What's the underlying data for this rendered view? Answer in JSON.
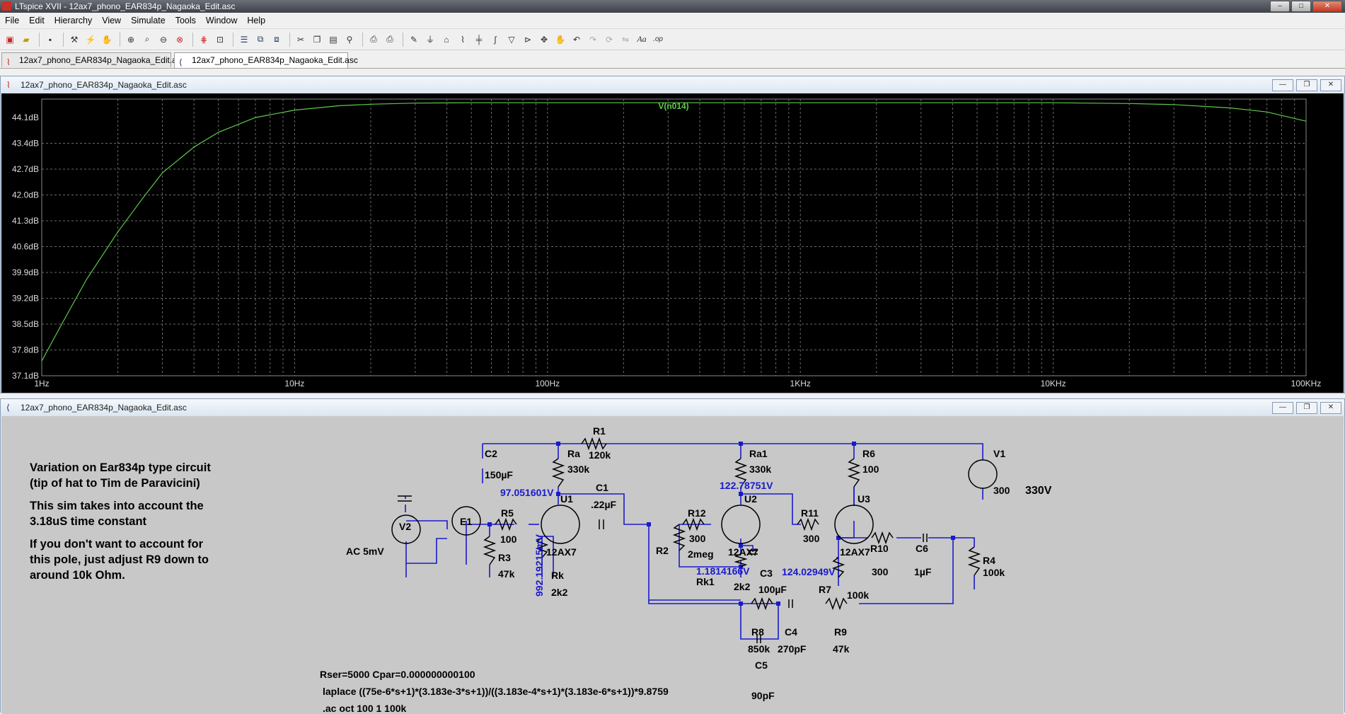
{
  "window": {
    "title": "LTspice XVII - 12ax7_phono_EAR834p_Nagaoka_Edit.asc",
    "minimize": "–",
    "maximize": "□",
    "close": "✕"
  },
  "menu": [
    "File",
    "Edit",
    "Hierarchy",
    "View",
    "Simulate",
    "Tools",
    "Window",
    "Help"
  ],
  "toolbar_icons": [
    "new-schematic-icon",
    "open-icon",
    "save-icon",
    "control-panel-icon",
    "run-icon",
    "halt-icon",
    "zoom-in-icon",
    "zoom-area-icon",
    "zoom-out-icon",
    "zoom-fit-icon",
    "autorange-icon",
    "delete-trace-icon",
    "tile-horizontal-icon",
    "tile-vertical-icon",
    "cascade-icon",
    "cut-icon",
    "copy-icon",
    "paste-icon",
    "find-icon",
    "print-setup-icon",
    "print-icon",
    "wire-icon",
    "ground-icon",
    "label-icon",
    "resistor-icon",
    "capacitor-icon",
    "inductor-icon",
    "diode-icon",
    "component-icon",
    "move-icon",
    "drag-icon",
    "undo-icon",
    "redo-icon",
    "rotate-icon",
    "mirror-icon",
    "text-icon",
    "spice-directive-icon"
  ],
  "tabs": [
    {
      "label": "12ax7_phono_EAR834p_Nagaoka_Edit.asc",
      "icon": "waveform-icon"
    },
    {
      "label": "12ax7_phono_EAR834p_Nagaoka_Edit.asc",
      "icon": "schematic-icon"
    }
  ],
  "plot_pane": {
    "title": "12ax7_phono_EAR834p_Nagaoka_Edit.asc"
  },
  "schematic_pane": {
    "title": "12ax7_phono_EAR834p_Nagaoka_Edit.asc"
  },
  "colors": {
    "trace": "#5ec94a",
    "background": "#000000",
    "grid": "#808080",
    "node_label": "#1a1acc",
    "wire": "#1a1acc"
  },
  "chart_data": {
    "type": "line",
    "title": "V(n014)",
    "x_scale": "log",
    "xlim": [
      1,
      100000
    ],
    "ylim": [
      37.1,
      44.6
    ],
    "x_ticks": [
      "1Hz",
      "10Hz",
      "100Hz",
      "1KHz",
      "10KHz",
      "100KHz"
    ],
    "y_ticks": [
      "44.1dB",
      "43.4dB",
      "42.7dB",
      "42.0dB",
      "41.3dB",
      "40.6dB",
      "39.9dB",
      "39.2dB",
      "38.5dB",
      "37.8dB",
      "37.1dB"
    ],
    "grid": true,
    "series": [
      {
        "name": "V(n014)",
        "x": [
          1,
          1.2,
          1.5,
          2,
          2.5,
          3,
          4,
          5,
          7,
          10,
          15,
          20,
          30,
          50,
          100,
          300,
          1000,
          3000,
          10000,
          20000,
          30000,
          50000,
          70000,
          100000
        ],
        "y": [
          37.5,
          38.5,
          39.7,
          41.0,
          41.9,
          42.6,
          43.3,
          43.7,
          44.1,
          44.3,
          44.42,
          44.46,
          44.49,
          44.5,
          44.5,
          44.5,
          44.5,
          44.5,
          44.5,
          44.48,
          44.45,
          44.36,
          44.25,
          44.0
        ]
      }
    ]
  },
  "schematic": {
    "notes": [
      "Variation on Ear834p type circuit",
      "(tip of hat to Tim de Paravicini)",
      "This sim takes into account the",
      "3.18uS time constant",
      "If you don't want to account for",
      "this pole, just adjust R9 down to",
      "around 10k Ohm."
    ],
    "directives": [
      "Rser=5000 Cpar=0.000000000100",
      "laplace ((75e-6*s+1)*(3.183e-3*s+1))/((3.183e-4*s+1)*(3.183e-6*s+1))*9.8759",
      ".ac oct 100 1 100k"
    ],
    "supply_label": "330V",
    "node_voltages": [
      "97.051601V",
      "122.78751V",
      "124.02949V",
      "1.1814166V",
      "992.19215mV"
    ],
    "components": [
      {
        "ref": "R1",
        "value": "120k"
      },
      {
        "ref": "C2",
        "value": "150µF"
      },
      {
        "ref": "Ra",
        "value": "330k"
      },
      {
        "ref": "C1",
        "value": ".22µF"
      },
      {
        "ref": "U1",
        "value": "12AX7"
      },
      {
        "ref": "Rk",
        "value": "2k2"
      },
      {
        "ref": "V2",
        "value": "AC 5mV"
      },
      {
        "ref": "E1",
        "value": ""
      },
      {
        "ref": "R5",
        "value": "100"
      },
      {
        "ref": "R3",
        "value": "47k"
      },
      {
        "ref": "R12",
        "value": "300"
      },
      {
        "ref": "R2",
        "value": "2meg"
      },
      {
        "ref": "Ra1",
        "value": "330k"
      },
      {
        "ref": "U2",
        "value": "12AX7"
      },
      {
        "ref": "Rk1",
        "value": "2k2"
      },
      {
        "ref": "C3",
        "value": "100µF"
      },
      {
        "ref": "R11",
        "value": "300"
      },
      {
        "ref": "R6",
        "value": "100"
      },
      {
        "ref": "U3",
        "value": "12AX7"
      },
      {
        "ref": "R10",
        "value": "300"
      },
      {
        "ref": "R7",
        "value": "100k"
      },
      {
        "ref": "C6",
        "value": "1µF"
      },
      {
        "ref": "R4",
        "value": "100k"
      },
      {
        "ref": "V1",
        "value": "300"
      },
      {
        "ref": "R8",
        "value": "850k"
      },
      {
        "ref": "C4",
        "value": "270pF"
      },
      {
        "ref": "R9",
        "value": "47k"
      },
      {
        "ref": "C5",
        "value": "90pF"
      }
    ]
  }
}
